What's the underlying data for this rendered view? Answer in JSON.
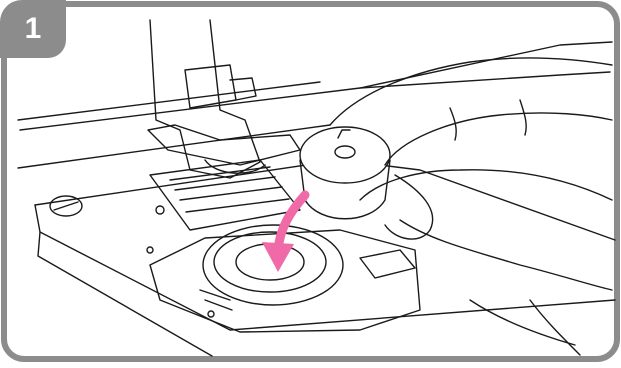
{
  "step": {
    "number": "1"
  },
  "colors": {
    "frame": "#8c8c8c",
    "line": "#1a1a1a",
    "arrow": "#f06aa8",
    "background": "#ffffff"
  },
  "icons": {
    "direction_arrow": "curved-arrow-down",
    "illustration": "bobbin-insertion"
  }
}
